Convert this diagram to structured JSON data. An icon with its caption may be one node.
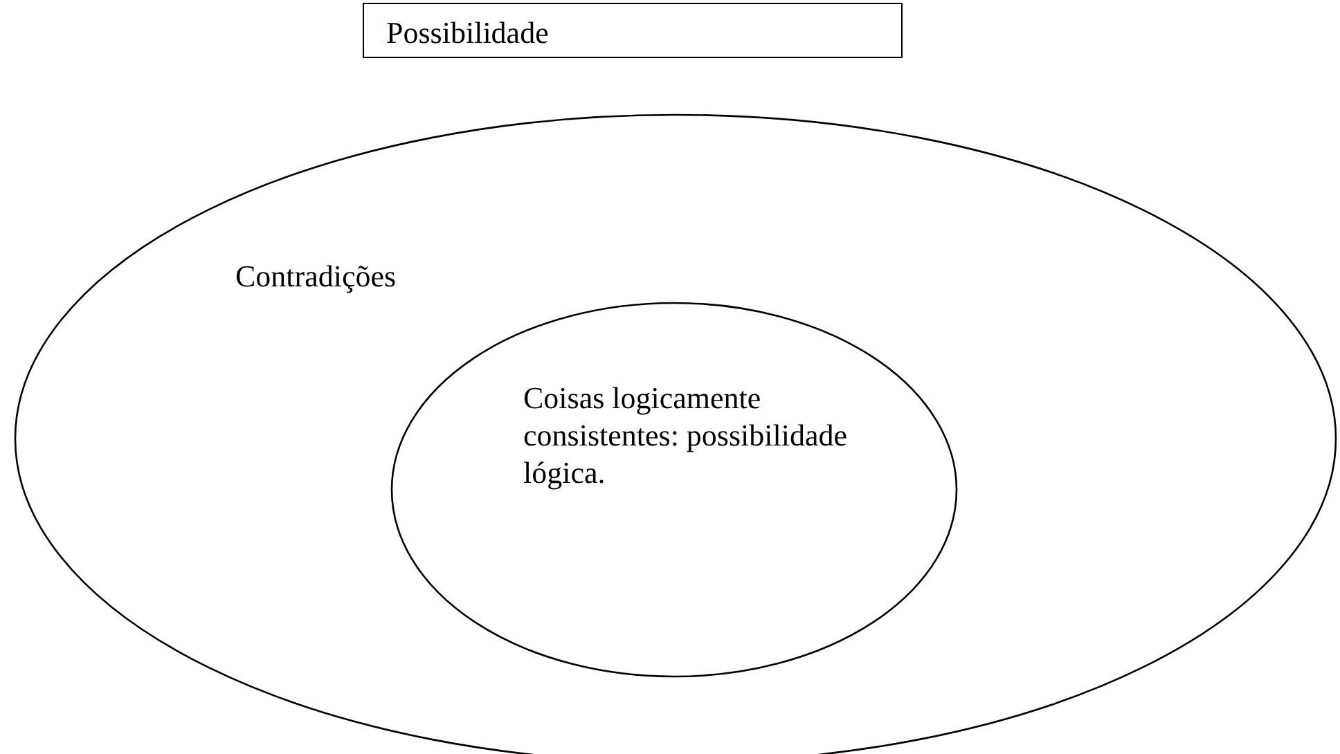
{
  "diagram": {
    "nodes": [
      {
        "text": [
          "Possibilidade"
        ]
      },
      {
        "text": [
          "Contradições"
        ]
      },
      {
        "text": [
          "Coisas logicamente consistentes: possibilidade lógica."
        ],
        "in": 1
      }
    ]
  }
}
